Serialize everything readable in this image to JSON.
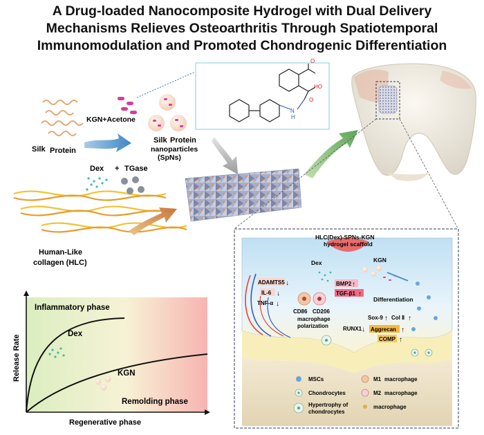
{
  "title": {
    "line1": "A Drug-loaded Nanocomposite Hydrogel with Dual Delivery",
    "line2": "Mechanisms Relieves Osteoarthritis Through Spatiotemporal",
    "line3": "Immunomodulation and Promoted Chondrogenic Differentiation"
  },
  "synthesis": {
    "silk_label": "Silk",
    "protein_label": "Protein",
    "kgn_acetone": "KGN+Acetone",
    "spn_silk": "Silk",
    "spn_protein": "Protein",
    "spn_nano": "nanoparticles",
    "spn_abbr": "(SpNs)",
    "dex": "Dex",
    "plus": "+",
    "tgase": "TGase",
    "hlc_line1": "Human-Like",
    "hlc_line2": "collagen (HLC)"
  },
  "molecule": {
    "o_top": "O",
    "oh": "HO",
    "o_mid": "O",
    "nh": "N",
    "h": "H"
  },
  "release_chart": {
    "inflammatory_phase": "Inflammatory phase",
    "dex": "Dex",
    "kgn": "KGN",
    "remolding_phase": "Remolding phase",
    "ylabel": "Release Rate",
    "xlabel": "Regenerative phase"
  },
  "mechanism": {
    "scaffold_line1": "HLC(Dex)-SPNs-KGN",
    "scaffold_line2": "hydrogel scaffold",
    "dex": "Dex",
    "kgn": "KGN",
    "adamts5": "ADAMTS5",
    "il6": "IL-6",
    "tnfa": "TNF-α",
    "bmp2": "BMP2",
    "tgfb1": "TGF-β1",
    "differentiation": "Differentiation",
    "cd86": "CD86",
    "cd206": "CD206",
    "macrophage": "macrophage",
    "polarization": "polarization",
    "sox9": "Sox-9",
    "col2": "Col Ⅱ",
    "runx1": "RUNX1",
    "aggrecan": "Aggrecan",
    "comp": "COMP",
    "arrow_down": "↓",
    "arrow_up": "↑"
  },
  "legend": {
    "mscs": "MSCs",
    "m1": "M1",
    "m1_macrophage": "macrophage",
    "chondrocytes": "Chondrocytes",
    "m2": "M2",
    "m2_macrophage": "macrophage",
    "hyper_line1": "Hypertrophy of",
    "hyper_line2": "chondrocytes",
    "macrophage": "macrophage"
  },
  "colors": {
    "inflammatory_red": "#f6c7c3",
    "regenerative_green": "#e4f0c8",
    "blue_arrow": "#4d8fc9",
    "green_arrow": "#7fb86a",
    "tgf_bg": "#f06a84",
    "bmp_bg": "#f7b9c4",
    "aggrecan_bg": "#f5b840",
    "comp_bg": "#f5c860"
  }
}
